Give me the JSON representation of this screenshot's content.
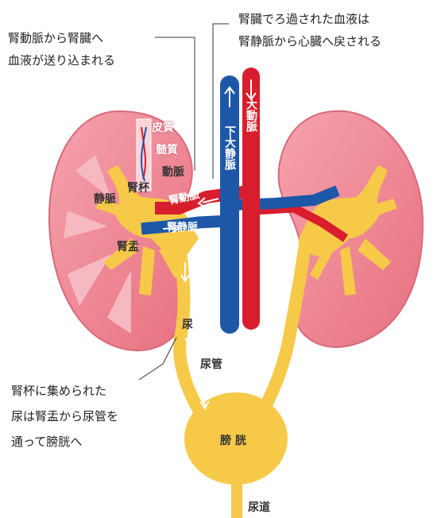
{
  "annotations": {
    "renal_artery_note": [
      "腎動脈から腎臓へ",
      "血液が送り込まれる"
    ],
    "filtered_blood_note": [
      "腎臓でろ過された血液は",
      "腎静脈から心臓へ戻される"
    ],
    "urine_note": [
      "腎杯に集められた",
      "尿は腎盂から尿管を",
      "通って膀胱へ"
    ]
  },
  "labels": {
    "cortex": "皮質",
    "medulla": "髄質",
    "artery": "動脈",
    "vein": "静脈",
    "calyx": "腎杯",
    "renal_artery": "腎動脈",
    "renal_vein": "腎静脈",
    "pelvis": "腎盂",
    "urine": "尿",
    "ureter": "尿管",
    "bladder": "膀 胱",
    "urethra": "尿道",
    "ivc": "下大静脈",
    "aorta": "大動脈"
  },
  "colors": {
    "kidney": "#ee7e8e",
    "kidney_light": "#f7b3bc",
    "urinary": "#f7c948",
    "vein": "#1d57a8",
    "artery": "#d81e2c"
  }
}
